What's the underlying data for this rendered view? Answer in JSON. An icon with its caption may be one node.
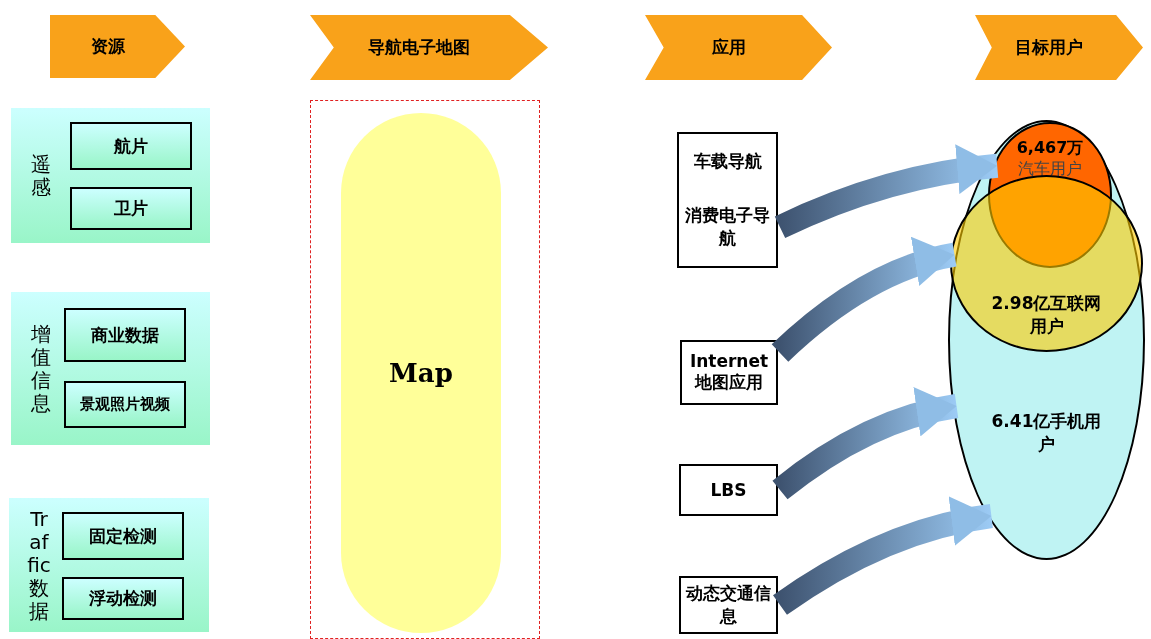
{
  "diagram": {
    "nodes": [
      {
        "text": [
          "资源"
        ]
      },
      {
        "text": [
          "导航电子地图"
        ]
      },
      {
        "text": [
          "应用"
        ]
      },
      {
        "text": [
          "目标用户"
        ]
      },
      {
        "text": [
          "遥感"
        ]
      },
      {
        "text": [
          "航片"
        ],
        "in": 4
      },
      {
        "text": [
          "卫片"
        ],
        "in": 4
      },
      {
        "text": [
          "增值信息"
        ]
      },
      {
        "text": [
          "商业数据"
        ],
        "in": 7
      },
      {
        "text": [
          "景观照片视频"
        ],
        "in": 7
      },
      {
        "text": [
          "Traffic数据"
        ]
      },
      {
        "text": [
          "固定检测"
        ],
        "in": 10
      },
      {
        "text": [
          "浮动检测"
        ],
        "in": 10
      },
      {
        "text": [],
        "shape": "box"
      },
      {
        "text": [
          "Map"
        ],
        "in": 13
      },
      {
        "text": [
          "车载导航",
          "消费电子导航"
        ]
      },
      {
        "text": [
          "Internet 地图应用"
        ]
      },
      {
        "text": [
          "LBS"
        ]
      },
      {
        "text": [
          "动态交通信息"
        ]
      },
      {
        "text": [
          "6,467万",
          "汽车用户"
        ],
        "in": 21
      },
      {
        "text": [
          "2.98亿互联网用户"
        ],
        "in": 21
      },
      {
        "text": [
          "6.41亿手机用户"
        ]
      }
    ],
    "edges": [
      {
        "from": 15,
        "to": 19,
        "arrow": "to",
        "style": "thick"
      },
      {
        "from": 16,
        "to": 20,
        "arrow": "to",
        "style": "thick"
      },
      {
        "from": 17,
        "to": 21,
        "arrow": "to",
        "style": "thick"
      },
      {
        "from": 18,
        "to": 21,
        "arrow": "to",
        "style": "thick"
      }
    ]
  }
}
